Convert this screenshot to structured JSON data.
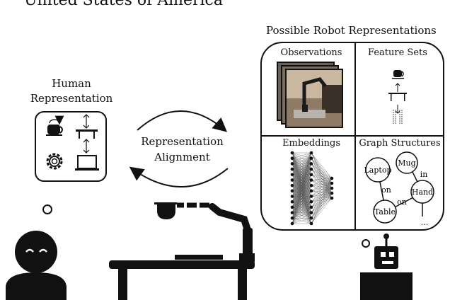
{
  "header": {
    "top_title": "United States of America"
  },
  "robot_panel": {
    "title": "Possible Robot Representations",
    "cells": {
      "observations": "Observations",
      "feature_sets": "Feature Sets",
      "embeddings": "Embeddings",
      "graph_structures": "Graph Structures"
    },
    "graph_nodes": [
      "Laptop",
      "Mug",
      "Hand",
      "Table"
    ],
    "graph_edges": [
      "on",
      "in",
      "on"
    ],
    "ellipsis": "..."
  },
  "human_panel": {
    "title": "Human Representation"
  },
  "alignment": {
    "label": "Representation Alignment"
  },
  "icons": [
    "mug-icon",
    "gear-icon",
    "table-icon",
    "laptop-icon",
    "robot-arm-icon",
    "human-icon",
    "robot-icon"
  ],
  "colors": {
    "ink": "#111111",
    "panel_fill": "#ffffff"
  }
}
